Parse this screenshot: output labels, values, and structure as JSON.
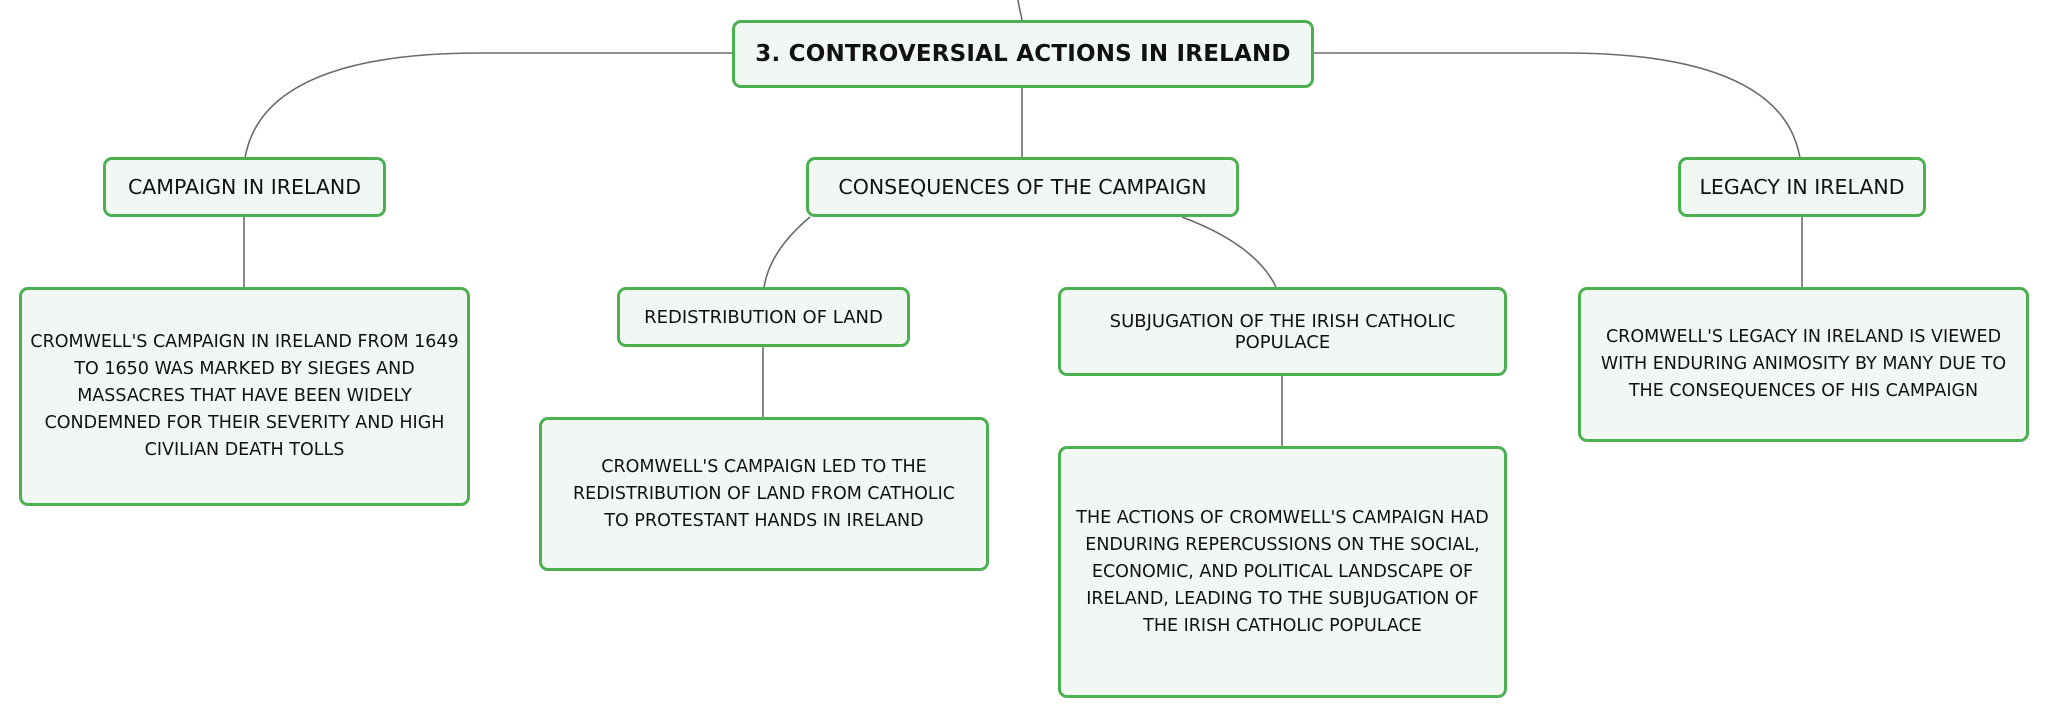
{
  "colors": {
    "node_border": "#4caf50",
    "node_fill": "#f1f8f3",
    "connector": "#6b6b6b"
  },
  "root": {
    "title": "3. CONTROVERSIAL ACTIONS IN IRELAND"
  },
  "branches": {
    "campaign": {
      "title": "CAMPAIGN IN IRELAND",
      "detail": "CROMWELL'S CAMPAIGN IN IRELAND FROM 1649 TO 1650 WAS MARKED BY SIEGES AND MASSACRES THAT HAVE BEEN WIDELY CONDEMNED FOR THEIR SEVERITY AND HIGH CIVILIAN DEATH TOLLS"
    },
    "consequences": {
      "title": "CONSEQUENCES OF THE CAMPAIGN",
      "land": {
        "title": "REDISTRIBUTION OF LAND",
        "detail": "CROMWELL'S CAMPAIGN LED TO THE REDISTRIBUTION OF LAND FROM CATHOLIC TO PROTESTANT HANDS IN IRELAND"
      },
      "subjugation": {
        "title": "SUBJUGATION OF THE IRISH CATHOLIC POPULACE",
        "detail": "THE ACTIONS OF CROMWELL'S CAMPAIGN HAD ENDURING REPERCUSSIONS ON THE SOCIAL, ECONOMIC, AND POLITICAL LANDSCAPE OF IRELAND, LEADING TO THE SUBJUGATION OF THE IRISH CATHOLIC POPULACE"
      }
    },
    "legacy": {
      "title": "LEGACY IN IRELAND",
      "detail": "CROMWELL'S LEGACY IN IRELAND IS VIEWED WITH ENDURING ANIMOSITY BY MANY DUE TO THE CONSEQUENCES OF HIS CAMPAIGN"
    }
  }
}
